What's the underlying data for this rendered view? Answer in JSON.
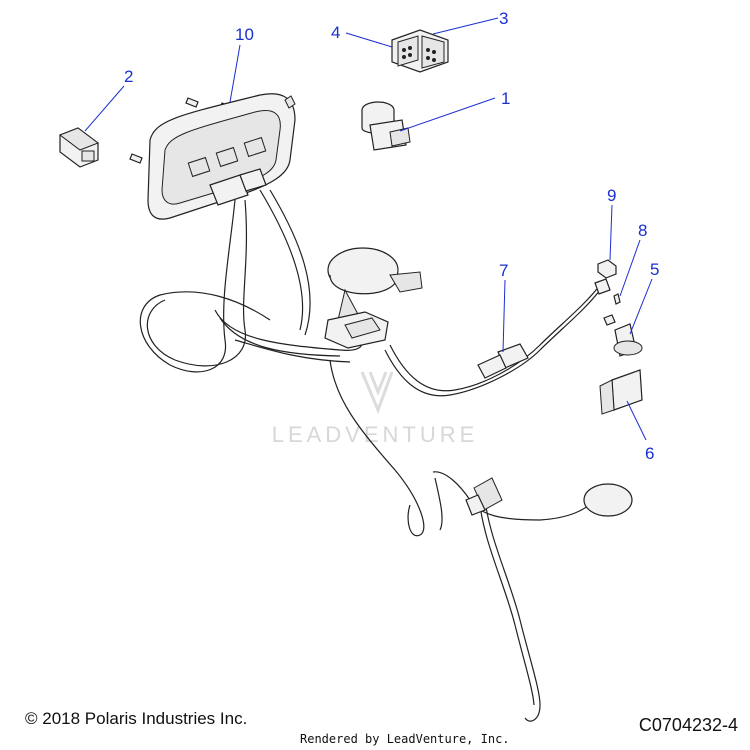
{
  "callouts": [
    "1",
    "2",
    "3",
    "4",
    "5",
    "6",
    "7",
    "8",
    "9",
    "10"
  ],
  "watermark": "LEADVENTURE",
  "footer": {
    "copyright": "© 2018 Polaris Industries Inc.",
    "rendered_by": "Rendered by LeadVenture, Inc.",
    "diagram_code": "C0704232-4"
  },
  "colors": {
    "callout": "#1a2fd0",
    "line": "#222222",
    "watermark": "#d7d7d7"
  }
}
